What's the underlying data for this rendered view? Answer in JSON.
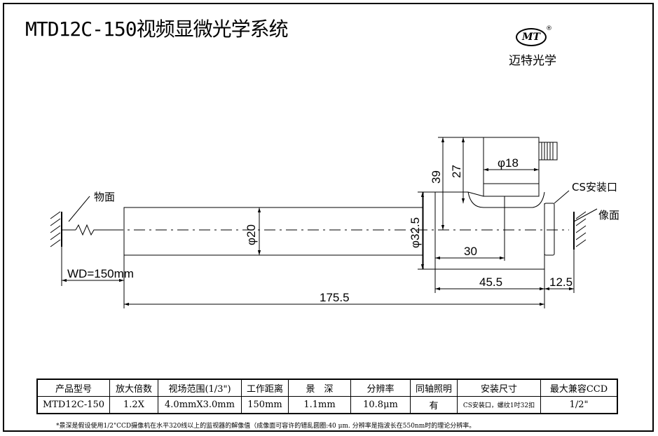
{
  "title": "MTD12C-150视频显微光学系统",
  "logo": {
    "mark": "MT",
    "reg": "®",
    "name": "迈特光学"
  },
  "drawing": {
    "label_object": "物面",
    "label_image": "像面",
    "label_cs_mount": "CS安装口",
    "wd": "WD=150mm",
    "dia_tube": "φ20",
    "dia_body": "φ32.5",
    "dia_knob": "φ18",
    "dim_39": "39",
    "dim_27": "27",
    "dim_30": "30",
    "dim_45_5": "45.5",
    "dim_12_5": "12.5",
    "dim_175_5": "175.5"
  },
  "table": {
    "headers": [
      "产品型号",
      "放大倍数",
      "视场范围(1/3\")",
      "工作距离",
      "景　深",
      "分辨率",
      "同轴照明",
      "安装尺寸",
      "最大兼容CCD"
    ],
    "row": [
      "MTD12C-150",
      "1.2X",
      "4.0mmX3.0mm",
      "150mm",
      "1.1mm",
      "10.8μm",
      "有",
      "CS安装口，螺纹1吋32扣",
      "1/2\""
    ]
  },
  "note": "*景深是假设使用1/2\"CCD摄像机在水平320线以上的监视器的解像值（成像面可容许的错乱圆圈:40 μm. 分辨率是指波长在550nm时的理论分辨率。"
}
